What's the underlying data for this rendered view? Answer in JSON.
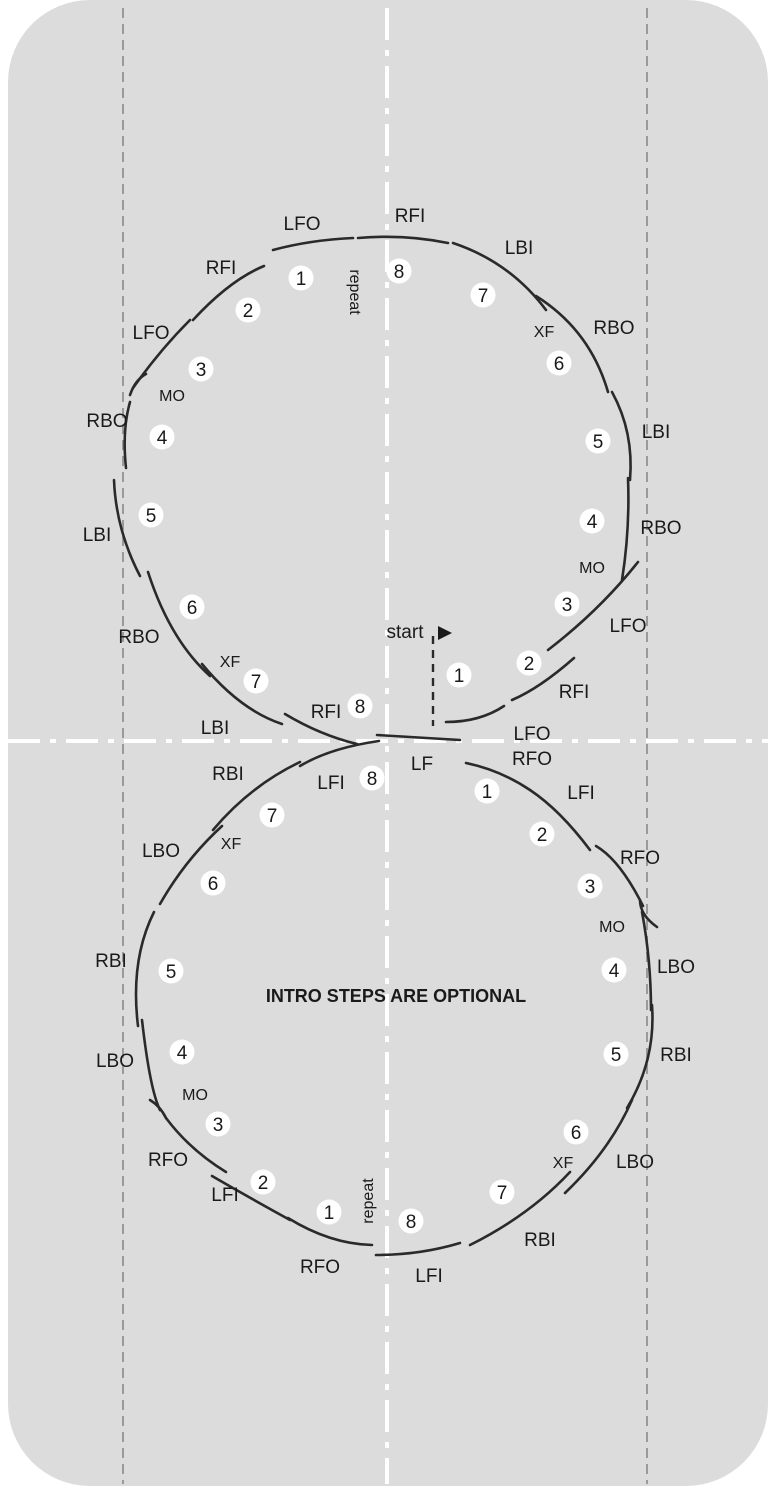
{
  "title": "INTRO STEPS ARE OPTIONAL",
  "start_label": "start",
  "top_circle": {
    "outer_labels": [
      "LFO",
      "RFI",
      "LBI",
      "RBO",
      "LBI",
      "RBO",
      "LFO",
      "RFI",
      "LFO",
      "RFI",
      "LFO",
      "RBO",
      "LBI",
      "RBO",
      "LBI",
      "RFI"
    ],
    "inner_labels": [
      "MO",
      "XF",
      "MO",
      "XF"
    ],
    "repeat_label": "repeat",
    "right_numbers": [
      "1",
      "2",
      "3",
      "4",
      "5",
      "6",
      "7",
      "8"
    ],
    "left_numbers": [
      "1",
      "2",
      "3",
      "4",
      "5",
      "6",
      "7",
      "8"
    ]
  },
  "center": {
    "lf_label": "LF"
  },
  "bottom_circle": {
    "outer_labels": [
      "RFO",
      "LFI",
      "RFO",
      "LBO",
      "RBI",
      "LBO",
      "RBI",
      "LFI",
      "RFO",
      "LFI",
      "RFO",
      "LBO",
      "RBI",
      "LBO",
      "RBI",
      "LFI"
    ],
    "inner_labels": [
      "MO",
      "XF",
      "MO",
      "XF"
    ],
    "repeat_label": "repeat",
    "right_numbers": [
      "1",
      "2",
      "3",
      "4",
      "5",
      "6",
      "7",
      "8"
    ],
    "left_numbers": [
      "1",
      "2",
      "3",
      "4",
      "5",
      "6",
      "7",
      "8"
    ]
  }
}
